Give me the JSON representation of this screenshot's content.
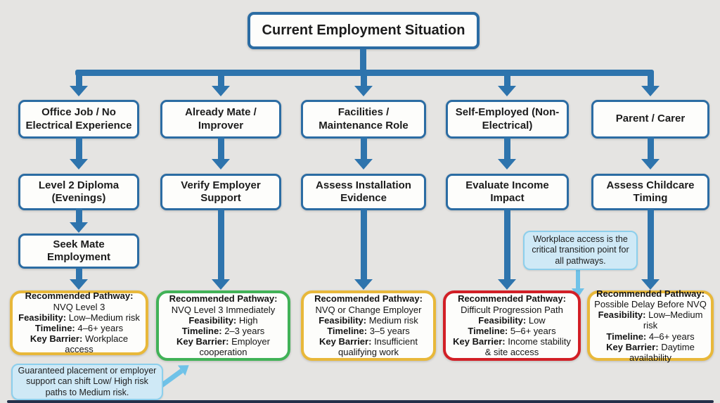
{
  "title": "Current Employment Situation",
  "colors": {
    "connector_blue": "#2e74ad",
    "node_border_blue": "#2b6ca3",
    "pathway_yellow": "#e8b83a",
    "pathway_green": "#41b257",
    "pathway_red": "#d21f26",
    "callout_bg": "#cfe9f6",
    "callout_border": "#8ccfec",
    "callout_arrow": "#6fc2e8"
  },
  "columns": [
    {
      "steps": [
        "Office Job / No Electrical Experience",
        "Level 2 Diploma (Evenings)",
        "Seek Mate Employment"
      ],
      "pathway": {
        "heading": "Recommended Pathway:",
        "name": "NVQ Level 3",
        "feasibility_label": "Feasibility:",
        "feasibility": "Low–Medium risk",
        "timeline_label": "Timeline:",
        "timeline": "4–6+ years",
        "barrier_label": "Key Barrier:",
        "barrier": "Workplace access",
        "accent": "#e8b83a"
      }
    },
    {
      "steps": [
        "Already Mate / Improver",
        "Verify Employer Support"
      ],
      "pathway": {
        "heading": "Recommended Pathway:",
        "name": "NVQ Level 3 Immediately",
        "feasibility_label": "Feasibility:",
        "feasibility": "High",
        "timeline_label": "Timeline:",
        "timeline": "2–3 years",
        "barrier_label": "Key Barrier:",
        "barrier": "Employer cooperation",
        "accent": "#41b257"
      }
    },
    {
      "steps": [
        "Facilities / Maintenance Role",
        "Assess Installation Evidence"
      ],
      "pathway": {
        "heading": "Recommended Pathway:",
        "name": "NVQ or Change Employer",
        "feasibility_label": "Feasibility:",
        "feasibility": "Medium risk",
        "timeline_label": "Timeline:",
        "timeline": "3–5 years",
        "barrier_label": "Key Barrier:",
        "barrier": "Insufficient qualifying work",
        "accent": "#e8b83a"
      }
    },
    {
      "steps": [
        "Self-Employed (Non-Electrical)",
        "Evaluate Income Impact"
      ],
      "pathway": {
        "heading": "Recommended Pathway:",
        "name": "Difficult Progression Path",
        "feasibility_label": "Feasibility:",
        "feasibility": "Low",
        "timeline_label": "Timeline:",
        "timeline": "5–6+ years",
        "barrier_label": "Key Barrier:",
        "barrier": "Income stability & site access",
        "accent": "#d21f26"
      }
    },
    {
      "steps": [
        "Parent / Carer",
        "Assess Childcare Timing"
      ],
      "pathway": {
        "heading": "Recommended Pathway:",
        "name": "Possible Delay Before NVQ",
        "feasibility_label": "Feasibility:",
        "feasibility": "Low–Medium risk",
        "timeline_label": "Timeline:",
        "timeline": "4–6+ years",
        "barrier_label": "Key Barrier:",
        "barrier": "Daytime availability",
        "accent": "#e8b83a"
      }
    }
  ],
  "callouts": [
    {
      "text": "Workplace access is the critical transition point for all pathways."
    },
    {
      "text": "Guaranteed placement or employer support can shift Low/ High risk paths to Medium risk."
    }
  ]
}
